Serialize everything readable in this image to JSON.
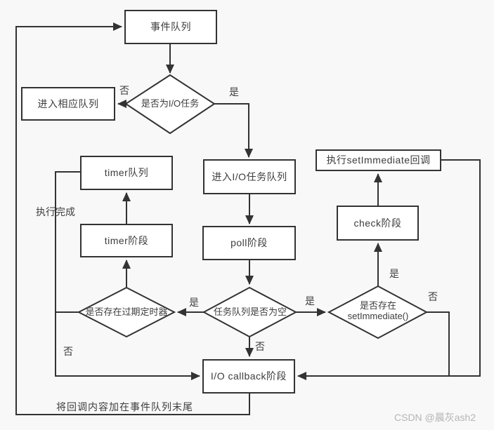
{
  "colors": {
    "background": "#f8f8f8",
    "line": "#333333",
    "node_fill": "#ffffff",
    "text": "#3d3d3d",
    "watermark": "#b5b5b5"
  },
  "nodes": {
    "event_queue": "事件队列",
    "enter_queue": "进入相应队列",
    "io_task_queue": "进入I/O任务队列",
    "poll_phase": "poll阶段",
    "timer_queue": "timer队列",
    "timer_phase": "timer阶段",
    "check_phase": "check阶段",
    "exec_setimmediate": "执行setImmediate回调",
    "io_callback_phase": "I/O callback阶段"
  },
  "decisions": {
    "is_io_task": "是否为I/O任务",
    "has_expired_timer": "是否存在过期定时器",
    "task_queue_empty": "任务队列是否为空",
    "has_setimmediate_l1": "是否存在",
    "has_setimmediate_l2": "setImmediate()"
  },
  "edge_labels": {
    "is_io_no": "否",
    "is_io_yes": "是",
    "exec_done": "执行完成",
    "empty_yes_left": "是",
    "empty_yes_right": "是",
    "empty_no": "否",
    "expired_no": "否",
    "setimmediate_yes": "是",
    "setimmediate_no": "否",
    "append_note": "将回调内容加在事件队列末尾"
  },
  "watermark": "CSDN @晨灰ash2"
}
